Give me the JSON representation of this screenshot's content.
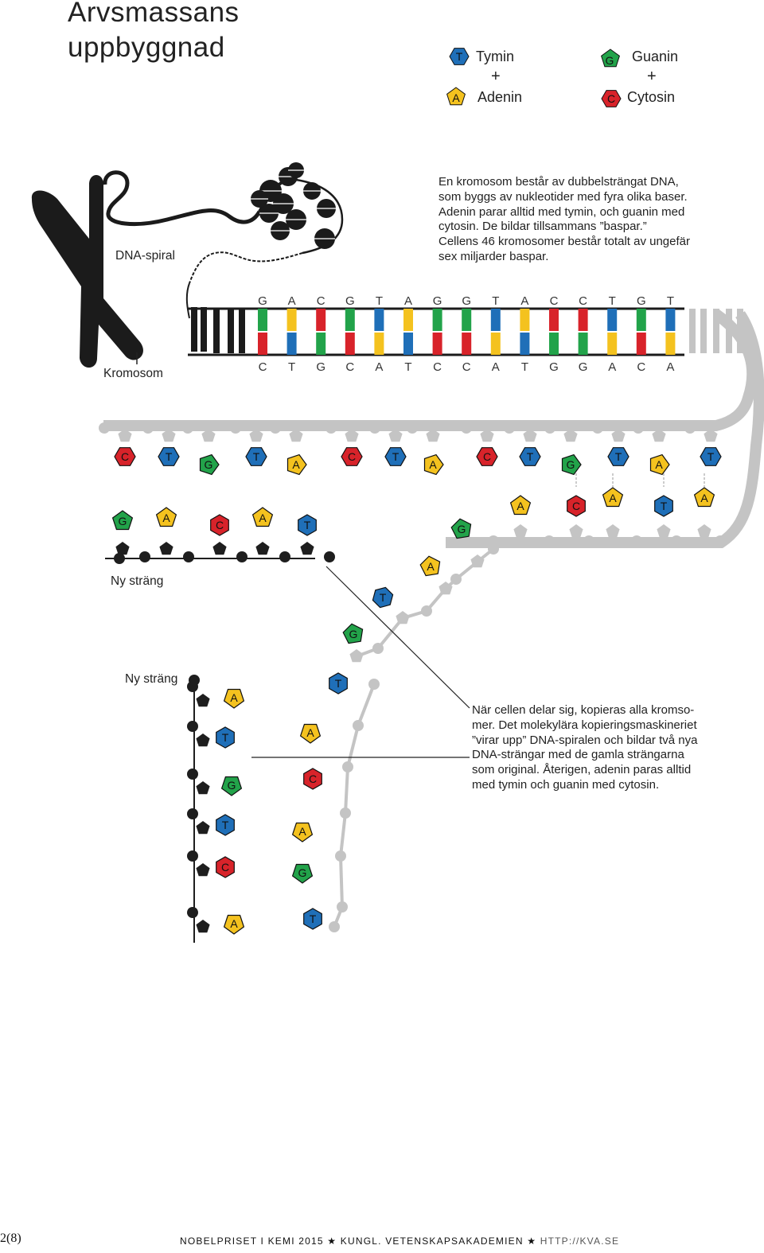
{
  "title": {
    "line1": "Arvsmassans",
    "line2": "uppbyggnad"
  },
  "legend": {
    "pair1": {
      "top_letter": "T",
      "top_name": "Tymin",
      "plus": "+",
      "bottom_letter": "A",
      "bottom_name": "Adenin"
    },
    "pair2": {
      "top_letter": "G",
      "top_name": "Guanin",
      "plus": "+",
      "bottom_letter": "C",
      "bottom_name": "Cytosin"
    }
  },
  "labels": {
    "dna_spiral": "DNA-spiral",
    "chromosome": "Kromosom",
    "new_strand_1": "Ny sträng",
    "new_strand_2": "Ny sträng"
  },
  "intro_text": "En kromosom består av dubbelsträngat DNA,\nsom byggs av nukleotider med fyra olika baser.\nAdenin parar alltid med tymin, och guanin med\ncytosin. De bildar tillsammans ”baspar.”\nCellens 46 kromosomer består totalt av ungefär\nsex miljarder baspar.",
  "copy_text": "När cellen delar sig, kopieras alla kromso-\nmer. Det molekylära kopieringsmaskineriet\n”virar upp” DNA-spiralen och bildar två nya\nDNA-strängar med de gamla strängarna\nsom original. Återigen, adenin paras alltid\nmed tymin och guanin med cytosin.",
  "ladder": {
    "top": [
      "G",
      "A",
      "C",
      "G",
      "T",
      "A",
      "G",
      "G",
      "T",
      "A",
      "C",
      "C",
      "T",
      "G",
      "T"
    ],
    "bottom": [
      "C",
      "T",
      "G",
      "C",
      "A",
      "T",
      "C",
      "C",
      "A",
      "T",
      "G",
      "G",
      "A",
      "C",
      "A"
    ]
  },
  "colors": {
    "T": "#1f6fb8",
    "A": "#f4c21f",
    "G": "#22a34a",
    "C": "#d8232a",
    "backbone_old": "#c4c4c4",
    "backbone_new": "#1e1e1e"
  },
  "unzip": {
    "old_top_row": [
      "C",
      "T",
      "G",
      "T",
      "A",
      "C",
      "T",
      "A",
      "C",
      "T",
      "G",
      "T",
      "A",
      "T"
    ],
    "left_new_row": [
      "G",
      "A",
      "C",
      "A",
      "T"
    ],
    "right_paired_row": [
      "A",
      "C",
      "A",
      "T",
      "A"
    ],
    "diagonal_strand": [
      "G",
      "T",
      "A",
      "G"
    ],
    "left_vertical": [
      "A",
      "T",
      "G",
      "T",
      "C",
      "A"
    ],
    "right_vertical_new": [
      "T",
      "A",
      "C",
      "A",
      "G",
      "T"
    ]
  },
  "footer": {
    "page": "2(8)",
    "text": "NOBELPRISET I KEMI 2015 ★ KUNGL. VETENSKAPSAKADEMIEN ★ ",
    "url": "HTTP://KVA.SE"
  }
}
